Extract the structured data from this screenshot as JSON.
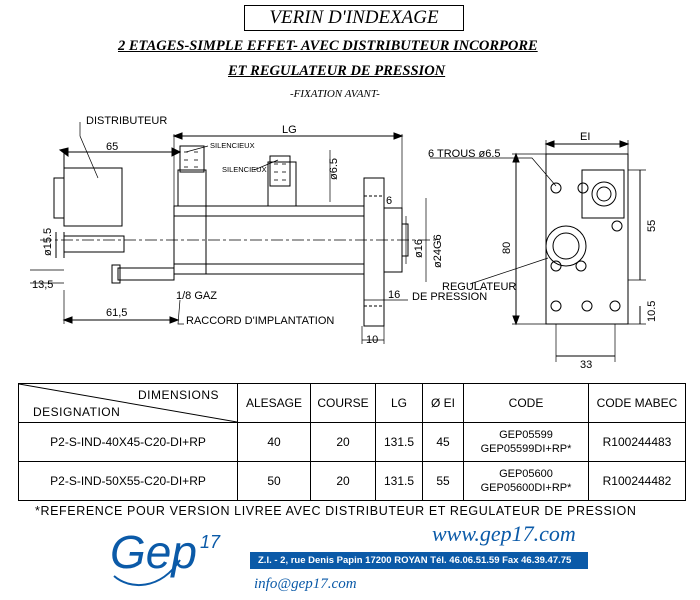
{
  "header": {
    "title": "VERIN D'INDEXAGE",
    "subtitle_line1": "2 ETAGES-SIMPLE EFFET- AVEC DISTRIBUTEUR INCORPORE",
    "subtitle_line2": "ET REGULATEUR DE PRESSION",
    "fixation": "-FIXATION AVANT-"
  },
  "drawing": {
    "labels": {
      "distributeur": "DISTRIBUTEUR",
      "silencieux_1": "SILENCIEUX",
      "silencieux_2": "SILENCIEUX",
      "lg": "LG",
      "dim_65": "65",
      "dim_6_5": "ø6.5",
      "dim_6": "6",
      "dim_15_5": "ø15.5",
      "dim_13_5": "13,5",
      "dim_61_5": "61,5",
      "dim_1_8_gaz": "1/8 GAZ",
      "raccord": "RACCORD D'IMPLANTATION",
      "dim_16_dia": "ø16",
      "dim_24g6": "ø24G6",
      "dim_16": "16",
      "dim_10": "10",
      "trous": "6 TROUS ø6.5",
      "ei": "EI",
      "dim_80": "80",
      "dim_55": "55",
      "regulateur_1": "REGULATEUR",
      "regulateur_2": "DE PRESSION",
      "dim_10_5": "10.5",
      "dim_33": "33"
    }
  },
  "table": {
    "header": {
      "dimensions": "DIMENSIONS",
      "designation": "DESIGNATION",
      "alesage": "ALESAGE",
      "course": "COURSE",
      "lg": "LG",
      "ei": "Ø EI",
      "code": "CODE",
      "code_mabec": "CODE MABEC"
    },
    "rows": [
      {
        "designation": "P2-S-IND-40X45-C20-DI+RP",
        "alesage": "40",
        "course": "20",
        "lg": "131.5",
        "ei": "45",
        "code_a": "GEP05599",
        "code_b": "GEP05599DI+RP*",
        "mabec": "R100244483"
      },
      {
        "designation": "P2-S-IND-50X55-C20-DI+RP",
        "alesage": "50",
        "course": "20",
        "lg": "131.5",
        "ei": "55",
        "code_a": "GEP05600",
        "code_b": "GEP05600DI+RP*",
        "mabec": "R100244482"
      }
    ]
  },
  "footnote": "*REFERENCE POUR VERSION LIVREE AVEC DISTRIBUTEUR ET REGULATEUR DE PRESSION",
  "footer": {
    "website": "www.gep17.com",
    "logo_text": "Gep",
    "logo_number": "17",
    "address": "Z.I. - 2, rue Denis Papin  17200 ROYAN  Tél. 46.06.51.59  Fax 46.39.47.75",
    "email": "info@gep17.com",
    "brand_color": "#0b5aa8"
  }
}
